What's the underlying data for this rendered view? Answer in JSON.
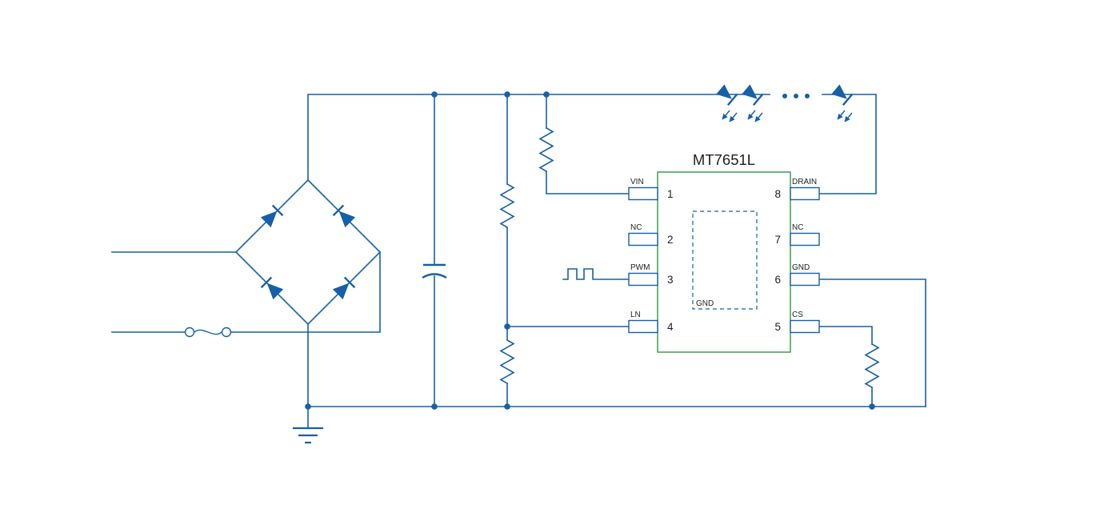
{
  "schematic": {
    "colors": {
      "wire": "#1560a8",
      "ic": "#3f9e4f",
      "ink": "#1f1f1f"
    },
    "ic": {
      "title": "MT7651L",
      "inner_gnd": "GND",
      "pins_left": [
        {
          "number": "1",
          "label": "VIN"
        },
        {
          "number": "2",
          "label": "NC"
        },
        {
          "number": "3",
          "label": "PWM"
        },
        {
          "number": "4",
          "label": "LN"
        }
      ],
      "pins_right": [
        {
          "number": "8",
          "label": "DRAIN"
        },
        {
          "number": "7",
          "label": "NC"
        },
        {
          "number": "6",
          "label": "GND"
        },
        {
          "number": "5",
          "label": "CS"
        }
      ]
    }
  }
}
